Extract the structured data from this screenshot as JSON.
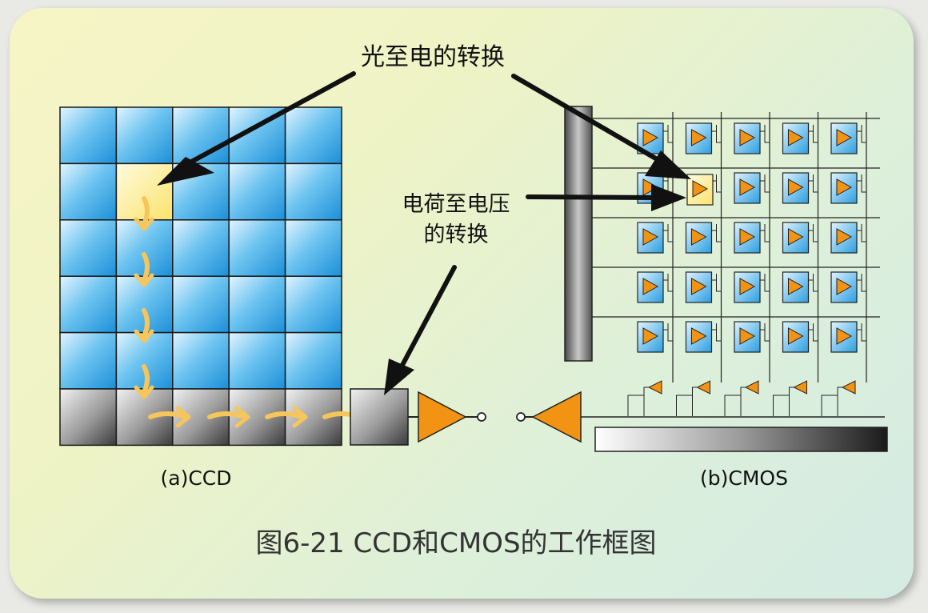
{
  "annotations": {
    "light_to_electric": "光至电的转换",
    "charge_to_voltage_line1": "电荷至电压",
    "charge_to_voltage_line2": "的转换"
  },
  "panel_labels": {
    "ccd": "(a)CCD",
    "cmos": "(b)CMOS"
  },
  "caption": "图6-21 CCD和CMOS的工作框图",
  "colors": {
    "pixel_blue": "#3aa8e4",
    "highlight_yellow": "#fff39a",
    "amplifier_orange": "#f39314",
    "flow_arrow": "#f7c65a"
  }
}
